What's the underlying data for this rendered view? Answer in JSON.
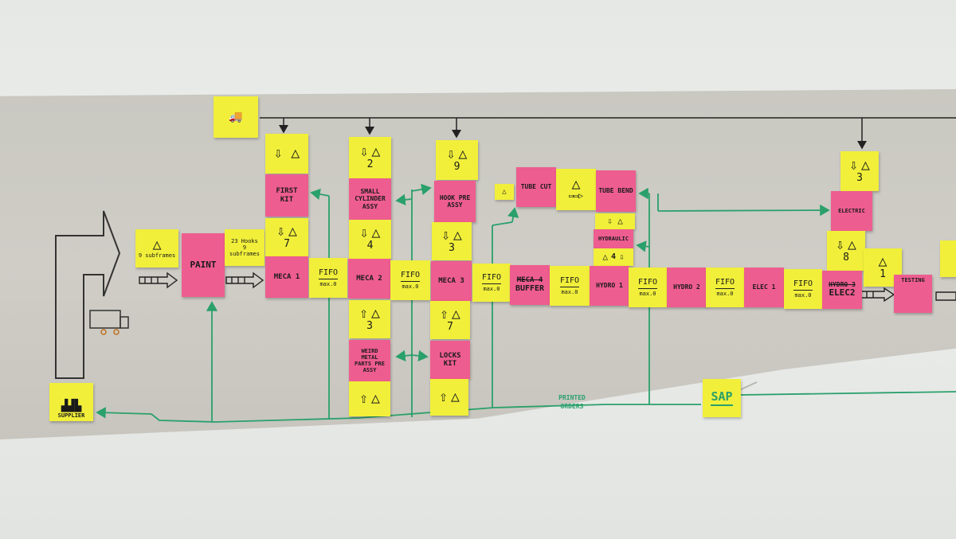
{
  "notes": {
    "first_kit": "FIRST KIT",
    "small_cylinder": "SMALL CYLINDER ASSY",
    "hook_pre": "HOOK PRE ASSY",
    "tube_cut": "TUBE CUT",
    "tube_bend": "TUBE BEND",
    "hydraulic": "HYDRAULIC",
    "electric": "ELECTRIC",
    "paint": "PAINT",
    "meca1": "MECA 1",
    "meca2": "MECA 2",
    "meca3": "MECA 3",
    "meca4": "MECA 4",
    "buffer": "BUFFER",
    "hydro1": "HYDRO 1",
    "hydro2": "HYDRO 2",
    "elec1": "ELEC 1",
    "hydro3": "HYDRO 3",
    "elec2": "ELEC2",
    "testing": "TESTING",
    "weird_metal": "WEIRD METAL PARTS PRE ASSY",
    "locks_kit": "LOCKS KIT",
    "supplier": "SUPPLIER",
    "sap": "SAP",
    "fifo": "FIFO",
    "max0": "max.0",
    "subframes_9": "9 subframes",
    "hooks_23": "23 Hooks",
    "subframes_9b": "9 subframes",
    "printed": "PRINTED",
    "orders": "ORDERS"
  },
  "inventory_counts": {
    "first_kit": "7",
    "small_cyl": "2",
    "small_cyl_below": "4",
    "hook_pre": "9",
    "hook_below": "3",
    "weird_above": "3",
    "locks_above": "7",
    "hydraulic_bottom": "4",
    "electric_top": "3",
    "electric_bottom": "8",
    "testing_inv": "1"
  },
  "colors": {
    "yellow": "#f1ef3a",
    "pink": "#ee5d8f",
    "green_line": "#2aa06b",
    "black_line": "#222222"
  }
}
